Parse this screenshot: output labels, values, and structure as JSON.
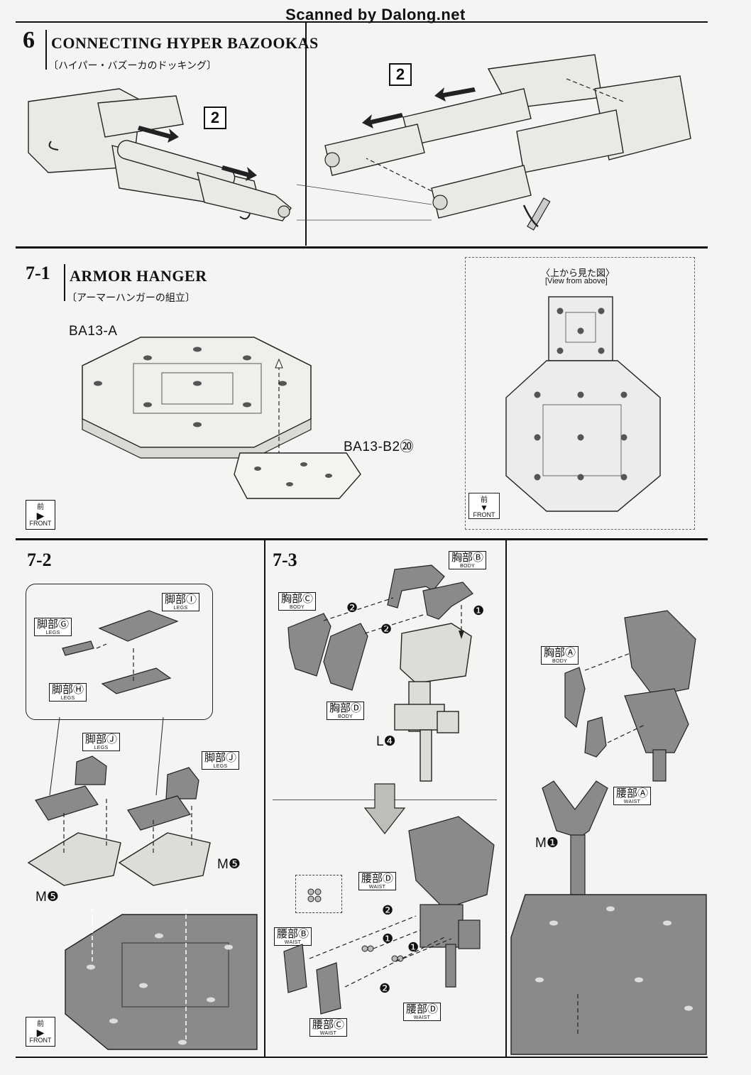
{
  "header": {
    "watermark": "Scanned by Dalong.net"
  },
  "step6": {
    "number": "6",
    "title": "CONNECTING HYPER BAZOOKAS",
    "subtitle": "〔ハイパー・バズーカのドッキング〕",
    "callout_left": "2",
    "callout_right": "2"
  },
  "step71": {
    "number": "7-1",
    "title": "ARMOR HANGER",
    "subtitle": "〔アーマーハンガーの組立〕",
    "part_a": "BA13-A",
    "part_b": "BA13-B2⑳",
    "front_jp": "前",
    "front_en": "FRONT",
    "topview_jp": "〈上から見た図〉",
    "topview_en": "[View from above]",
    "topview_front_jp": "前",
    "topview_front_en": "FRONT"
  },
  "step72": {
    "number": "7-2",
    "tags": [
      {
        "jp": "脚部Ⓘ",
        "en": "LEGS"
      },
      {
        "jp": "脚部Ⓖ",
        "en": "LEGS"
      },
      {
        "jp": "脚部Ⓗ",
        "en": "LEGS"
      },
      {
        "jp": "脚部Ⓙ",
        "en": "LEGS"
      },
      {
        "jp": "脚部Ⓙ",
        "en": "LEGS"
      }
    ],
    "m5_right": "M❺",
    "m5_left": "M❺",
    "front_jp": "前",
    "front_en": "FRONT"
  },
  "step73": {
    "number": "7-3",
    "tags": [
      {
        "jp": "胸部Ⓑ",
        "en": "BODY"
      },
      {
        "jp": "胸部Ⓒ",
        "en": "BODY"
      },
      {
        "jp": "胸部Ⓓ",
        "en": "BODY"
      },
      {
        "jp": "腰部Ⓓ",
        "en": "WAIST"
      },
      {
        "jp": "腰部Ⓑ",
        "en": "WAIST"
      },
      {
        "jp": "腰部Ⓒ",
        "en": "WAIST"
      },
      {
        "jp": "腰部Ⓓ",
        "en": "WAIST"
      }
    ],
    "l4": "L❹",
    "order_1": "❶",
    "order_2": "❷"
  },
  "step74": {
    "tags": [
      {
        "jp": "胸部Ⓐ",
        "en": "BODY"
      },
      {
        "jp": "腰部Ⓐ",
        "en": "WAIST"
      }
    ],
    "m1": "M❶"
  }
}
